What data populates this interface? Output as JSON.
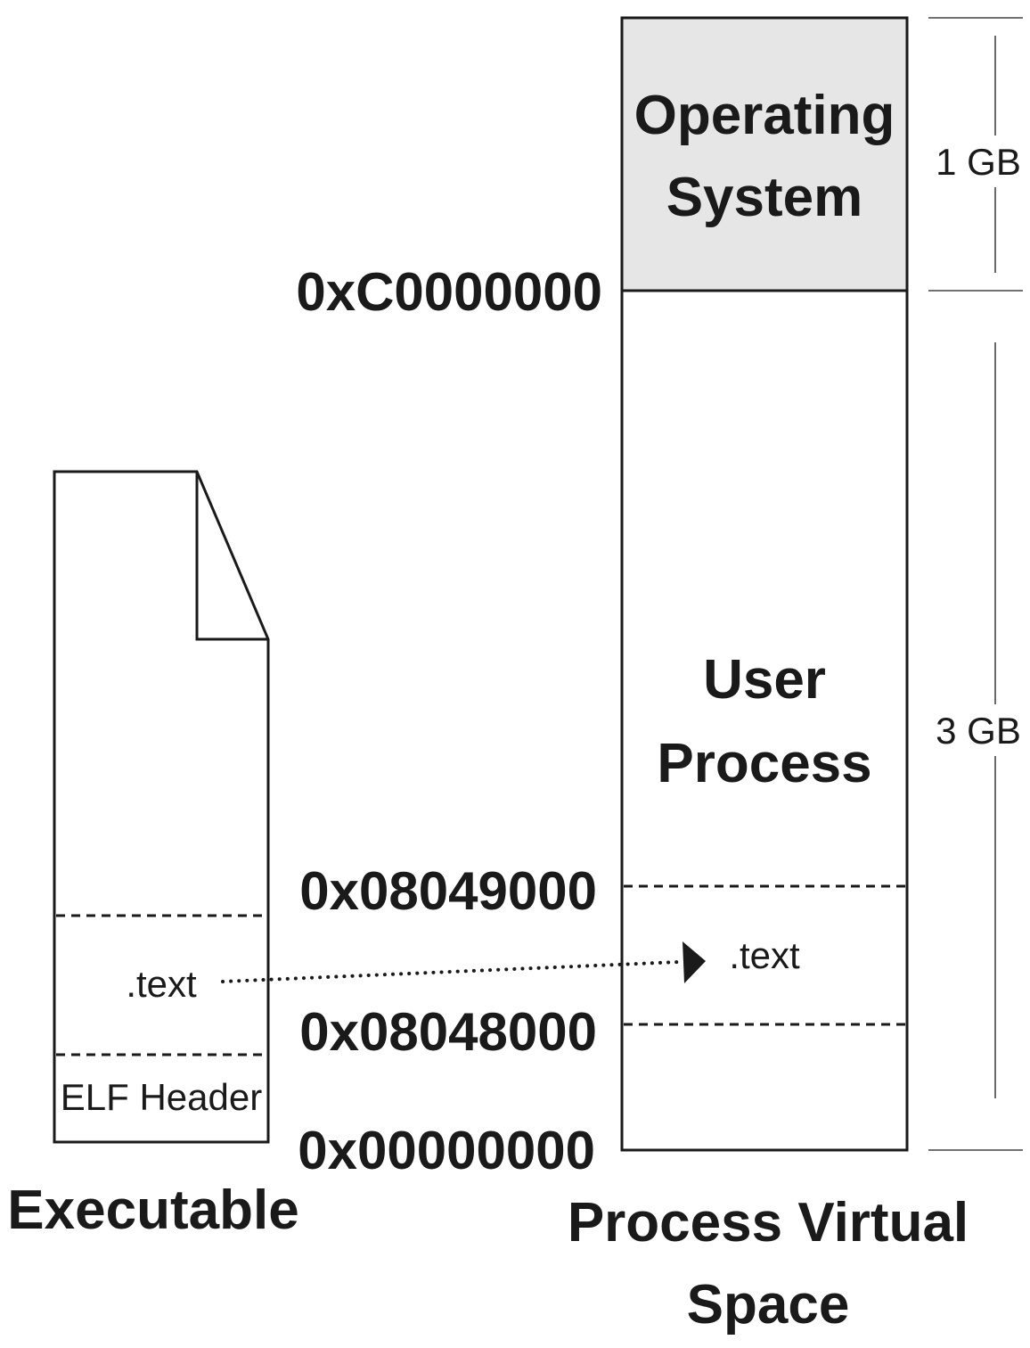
{
  "executable": {
    "caption": "Executable",
    "text_section": ".text",
    "elf_header": "ELF Header"
  },
  "vspace": {
    "caption_line1": "Process Virtual",
    "caption_line2": "Space",
    "os_line1": "Operating",
    "os_line2": "System",
    "user_line1": "User",
    "user_line2": "Process",
    "text_section": ".text",
    "os_fill": "#e6e6e6"
  },
  "addresses": {
    "kernel_start": "0xC0000000",
    "text_end": "0x08049000",
    "text_start": "0x08048000",
    "zero": "0x00000000"
  },
  "sizes": {
    "os": "1 GB",
    "user": "3 GB"
  }
}
